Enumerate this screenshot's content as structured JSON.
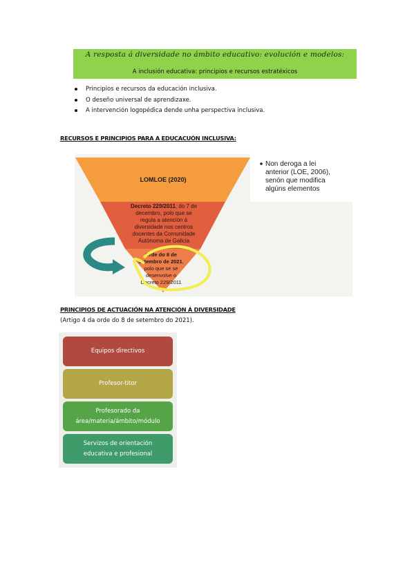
{
  "header": {
    "title": "A resposta á diversidade no ámbito educativo: evolución e modelos:",
    "subtitle": "A inclusión educativa: principios e recursos estratéxicos",
    "background_color": "#8fd24c"
  },
  "bullets": [
    "Principios e recursos da educación inclusiva.",
    "O deseño universal de aprendizaxe.",
    "A intervención logopédica dende unha perspectiva inclusiva."
  ],
  "section1": {
    "heading": "RECURSOS E PRINCIPIOS PARA A EDUCACUÓN INCLUSIVA:",
    "funnel": {
      "level1": "LOMLOE (2020)",
      "level2_bold": "Decreto 229/2011",
      "level2_lines": [
        ", do 7 de",
        "decembro, polo que se",
        "regula a atención á",
        "diversidade nos centros",
        "docentes da Comunidade",
        "Autónoma de Galicia"
      ],
      "level3_bold_lines": [
        "Orde do 8 de",
        "setembro de 2021"
      ],
      "level3_lines": [
        "polo que se se",
        "desenvolve o",
        "Decreto 229/2011"
      ],
      "side_note_lines": [
        "Non deroga a lei",
        "anterior (LOE, 2006),",
        "senón que modifica",
        "algúns elementos"
      ],
      "colors": {
        "level1": "#f59c3e",
        "level2": "#e15e3f",
        "level3": "#ee7d4a",
        "arrow": "#2b8a86",
        "highlight": "#f2ee52"
      }
    }
  },
  "section2": {
    "heading": "PRINCIPIOS DE ACTUACIÓN NA ATENCIÓN Á DIVERSIDADE",
    "note": "(Artigo 4 da orde do 8 de setembro do 2021).",
    "boxes": [
      {
        "lines": [
          "Equipos directivos"
        ],
        "color": "#b04a3f"
      },
      {
        "lines": [
          "Profesor-titor"
        ],
        "color": "#b2a647"
      },
      {
        "lines": [
          "Profesorado da",
          "área/materia/ámbito/módulo"
        ],
        "color": "#55a548"
      },
      {
        "lines": [
          "Servizos de orientación",
          "educativa e profesional"
        ],
        "color": "#3f9c6a"
      }
    ]
  }
}
